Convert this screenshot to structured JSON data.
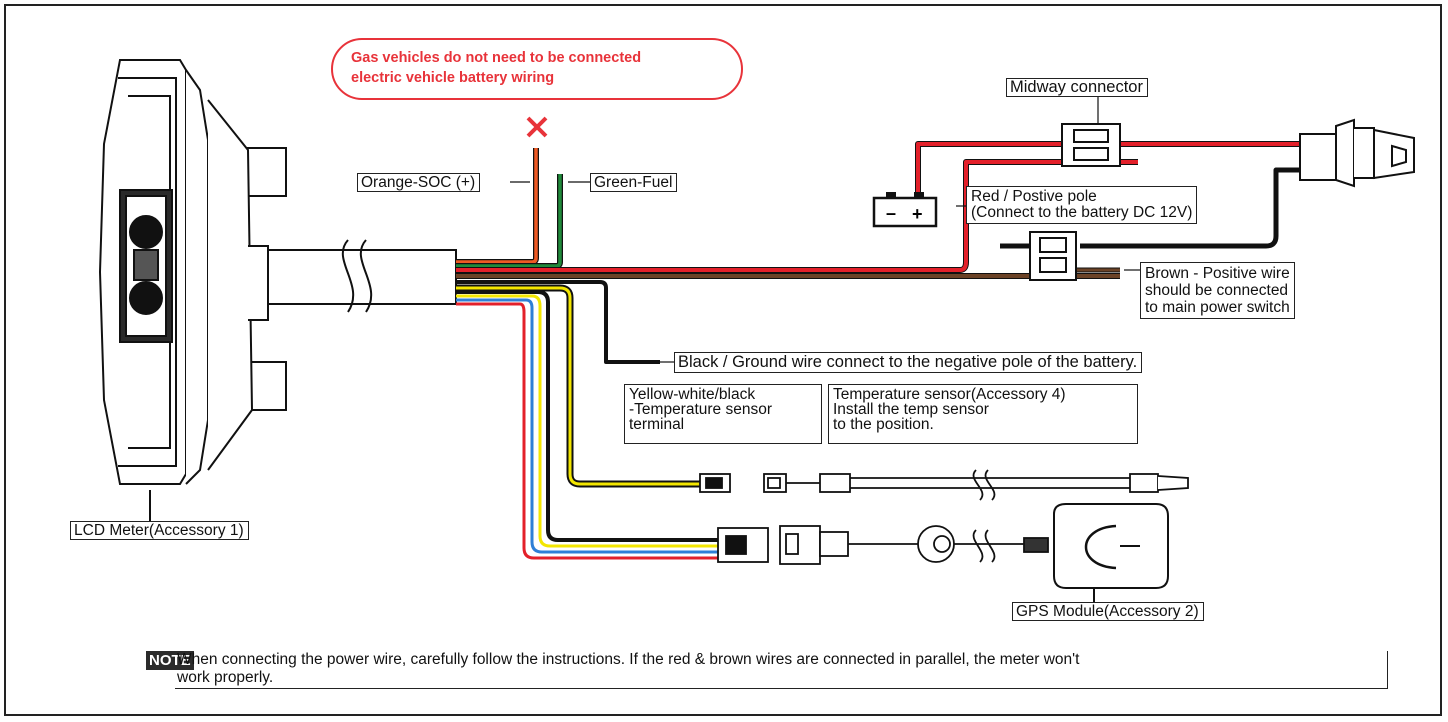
{
  "warning": {
    "line1": "Gas vehicles do not need to be connected",
    "line2": "electric vehicle battery wiring"
  },
  "labels": {
    "orange_soc": "Orange-SOC (+)",
    "green_fuel": "Green-Fuel",
    "midway_connector": "Midway connector",
    "red_positive_line1": "Red / Postive pole",
    "red_positive_line2": "(Connect to the battery DC 12V)",
    "brown_line1": "Brown - Positive wire",
    "brown_line2": "should be connected",
    "brown_line3": "to main power switch",
    "black_ground": "Black / Ground wire connect to the negative pole of the battery.",
    "yellow_line1": "Yellow-white/black",
    "yellow_line2": "-Temperature sensor",
    "yellow_line3": "terminal",
    "temp_line1": "Temperature sensor(Accessory 4)",
    "temp_line2": "Install the temp sensor",
    "temp_line3": "to the position.",
    "lcd_meter": "LCD Meter(Accessory 1)",
    "gps_module": "GPS Module(Accessory 2)"
  },
  "battery": {
    "minus": "–",
    "plus": "+"
  },
  "note": {
    "badge": "NOTE",
    "text_line1": "When connecting the power wire, carefully follow the instructions. If the red & brown wires are connected in parallel, the meter won't",
    "text_line2": "work properly."
  },
  "colors": {
    "red_wire": "#e3202a",
    "brown_wire": "#6b4226",
    "orange_wire": "#ee5a24",
    "green_wire": "#1f8a3a",
    "black_wire": "#111111",
    "yellow_wire": "#f3e600",
    "blue_wire": "#2f7fd6",
    "warning": "#e8333a"
  },
  "icons": [
    "not-connected-x-icon",
    "battery-icon",
    "ignition-key-icon",
    "gps-module-icon",
    "lcd-meter-icon"
  ]
}
